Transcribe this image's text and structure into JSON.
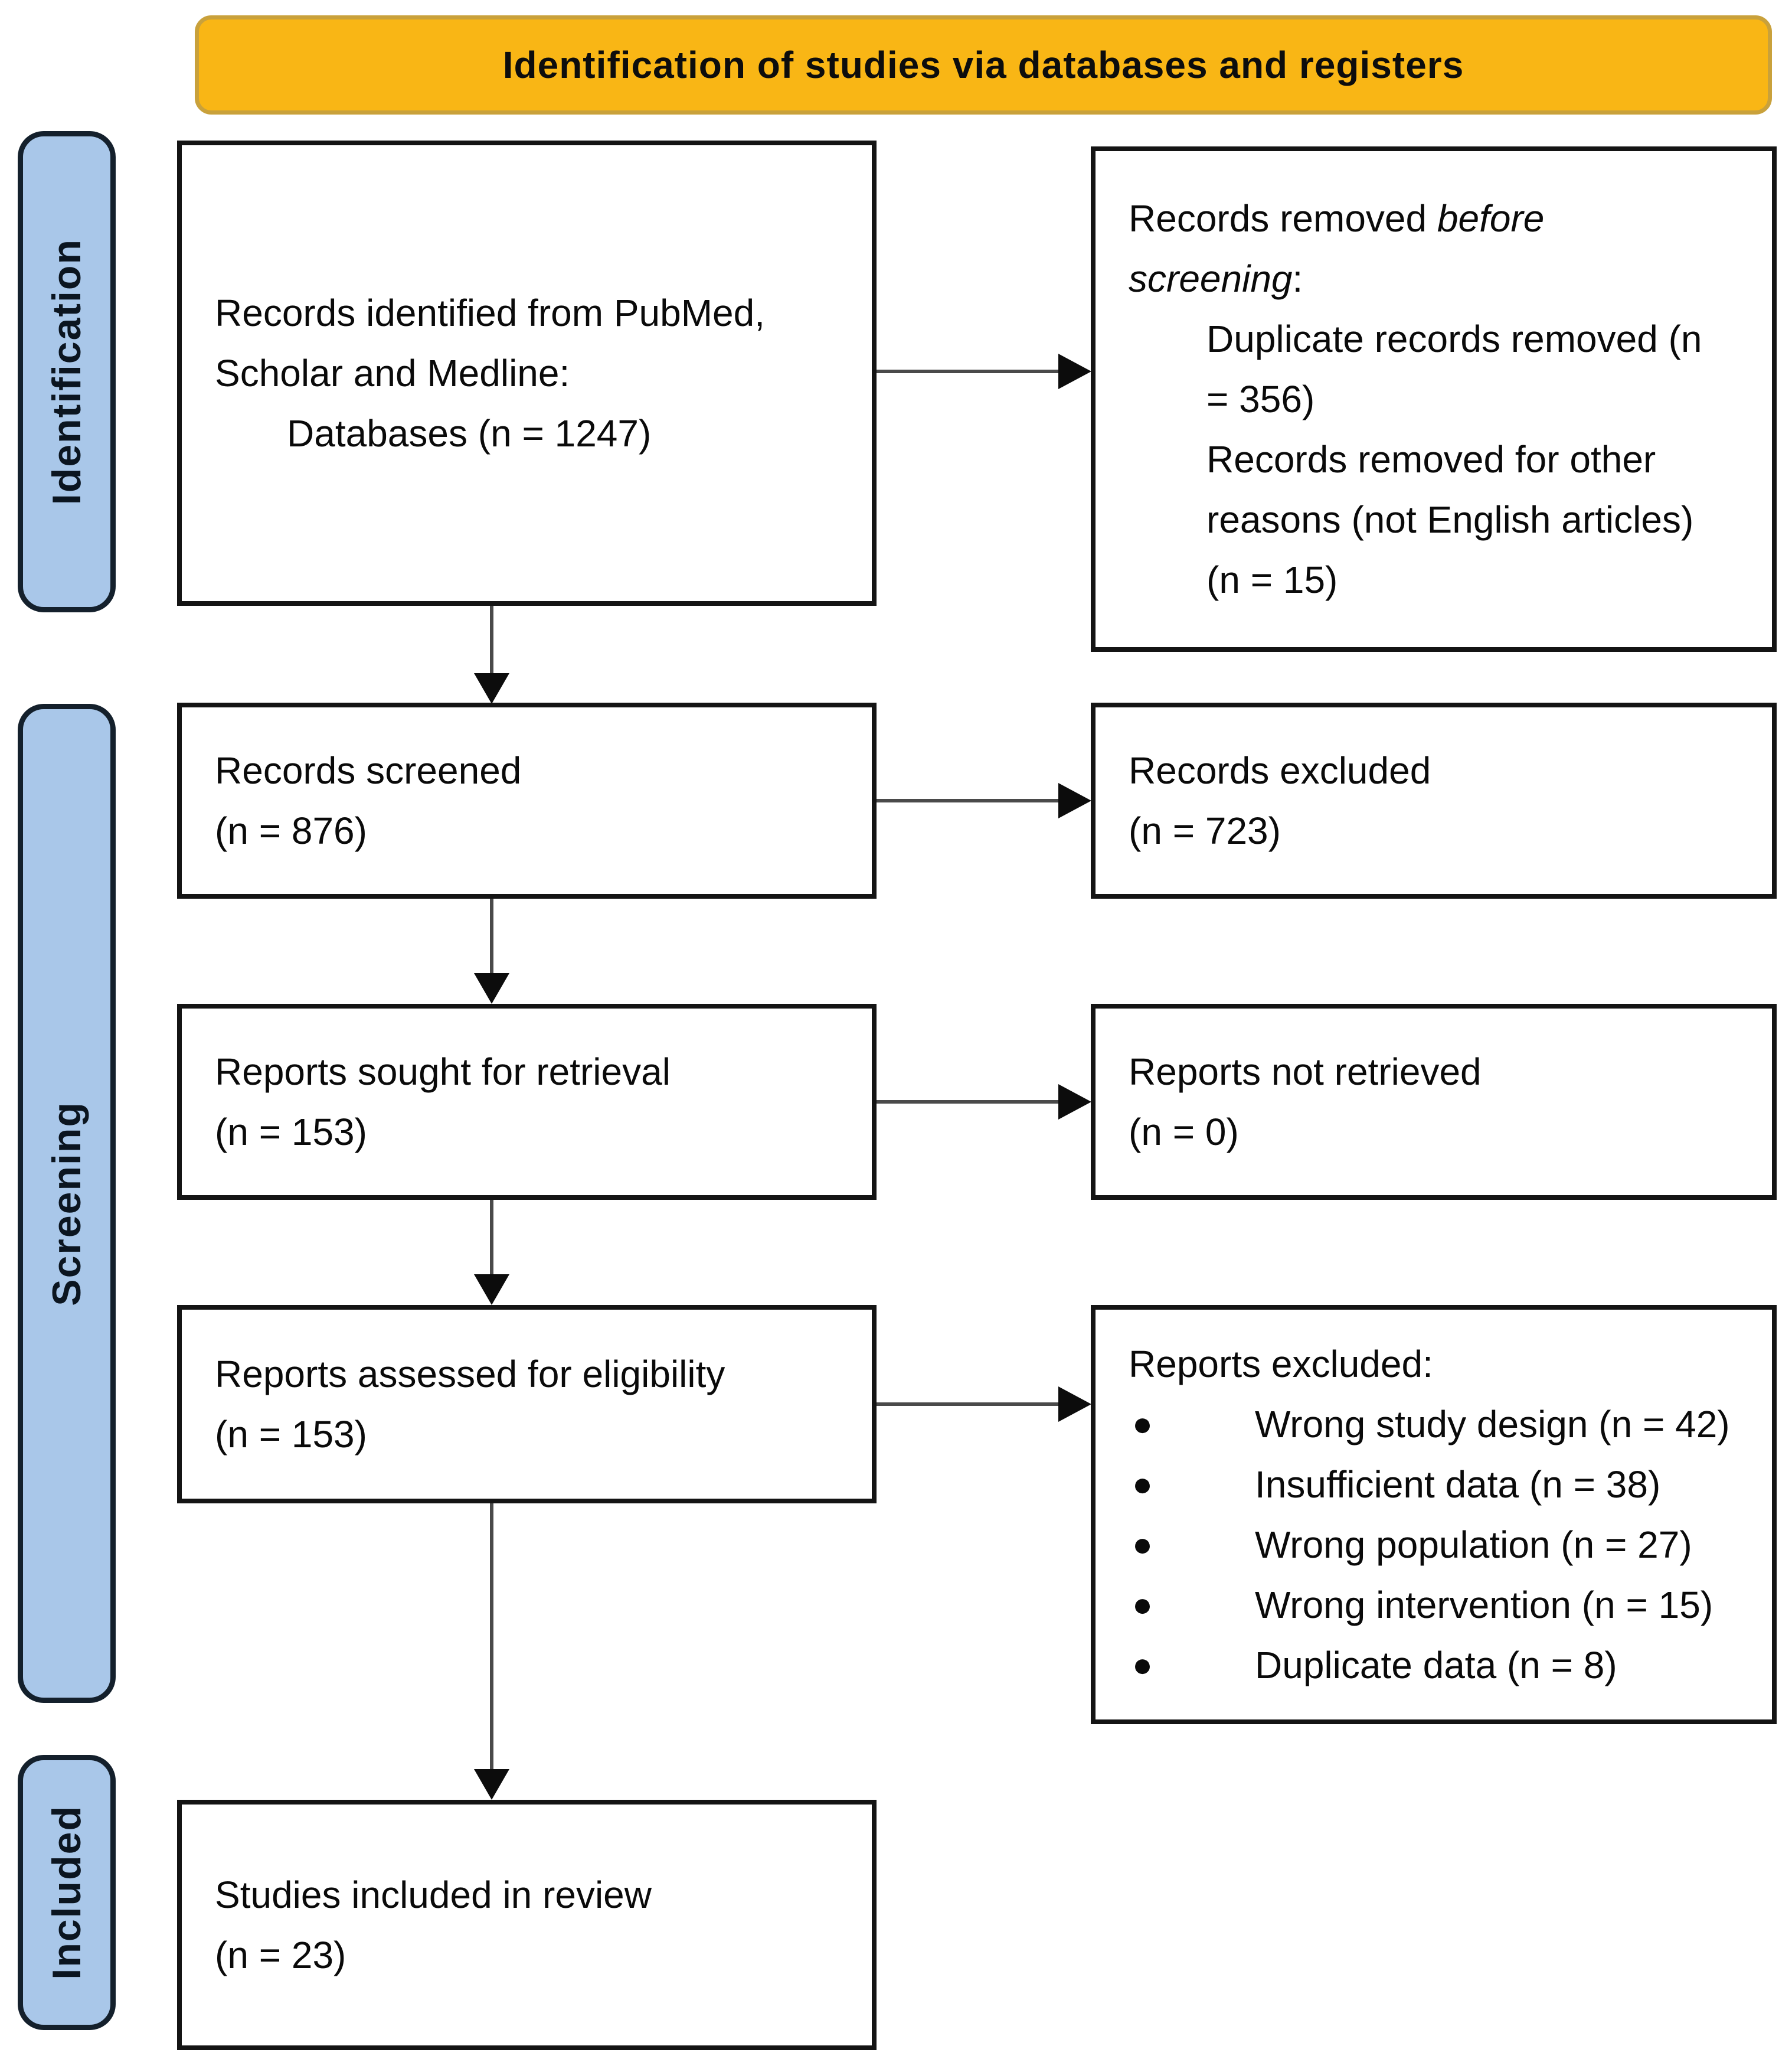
{
  "title": "Identification of studies via databases and registers",
  "bullet_char": "●",
  "colors": {
    "title_bg": "#F9B615",
    "title_border": "#C9A13B",
    "stage_bg": "#A9C7E9",
    "stage_border": "#14202C",
    "box_border": "#141414",
    "connector": "#4A4A4A",
    "text": "#0A0A0A"
  },
  "stages": {
    "identification": "Identification",
    "screening": "Screening",
    "included": "Included"
  },
  "boxes": {
    "records_identified": {
      "l1": "Records identified from PubMed,",
      "l2": "Scholar and Medline:",
      "l3": "Databases (n = 1247)"
    },
    "records_removed": {
      "head1_regular": "Records removed ",
      "head1_italic": "before",
      "head2_italic": "screening",
      "head2_regular": ":",
      "item1": {
        "l1": "Duplicate records removed (n",
        "l2": "= 356)"
      },
      "item2": {
        "l1": "Records removed for other",
        "l2": "reasons (not English articles)",
        "l3": "(n = 15)"
      }
    },
    "records_screened": {
      "l1": "Records screened",
      "l2": "(n = 876)"
    },
    "records_excluded": {
      "l1": "Records excluded",
      "l2": "(n = 723)"
    },
    "reports_sought": {
      "l1": "Reports sought for retrieval",
      "l2": "(n = 153)"
    },
    "reports_not_retrieved": {
      "l1": "Reports not retrieved",
      "l2": "(n = 0)"
    },
    "reports_assessed": {
      "l1": "Reports assessed for eligibility",
      "l2": "(n = 153)"
    },
    "reports_excluded": {
      "heading": "Reports excluded:",
      "items": [
        "Wrong study design (n = 42)",
        "Insufficient data (n = 38)",
        "Wrong population (n = 27)",
        "Wrong intervention (n = 15)",
        "Duplicate data (n = 8)"
      ]
    },
    "studies_included": {
      "l1": "Studies included in review",
      "l2": "(n = 23)"
    }
  }
}
